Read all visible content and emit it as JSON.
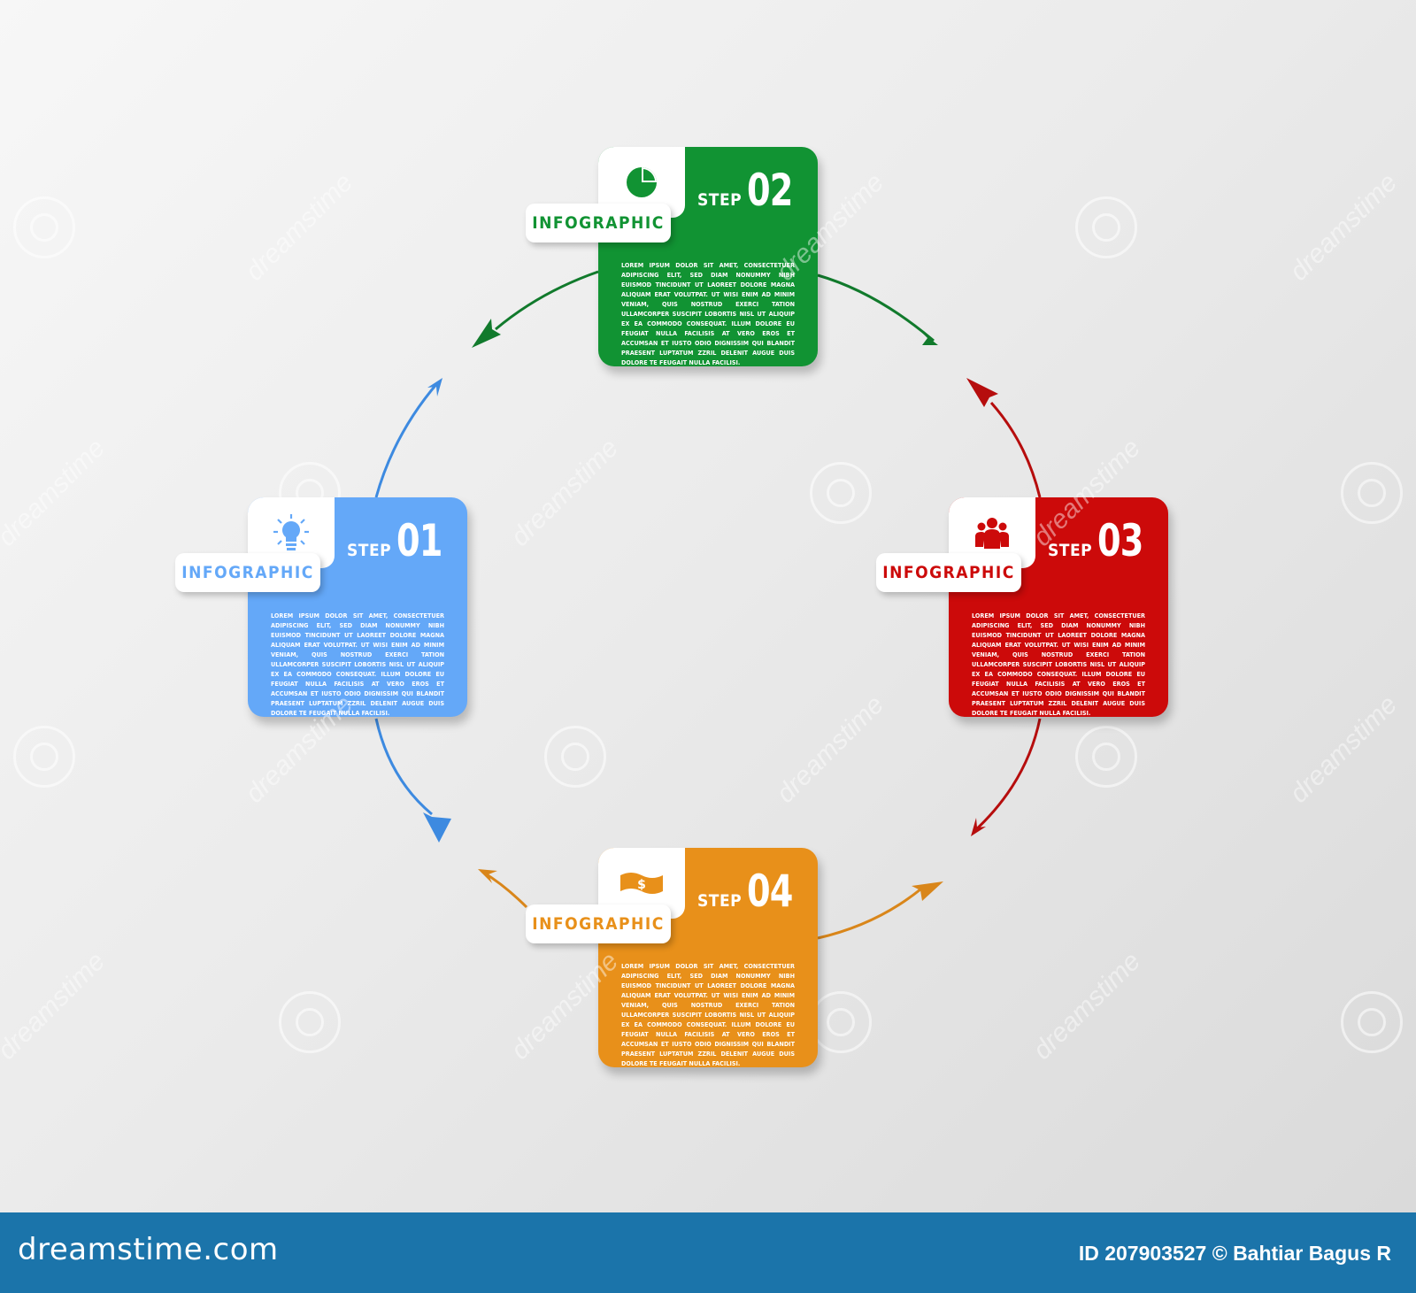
{
  "steps": [
    {
      "id": "01",
      "step_word": "STEP",
      "number": "01",
      "tag": "INFOGRAPHIC",
      "icon": "lightbulb-icon",
      "color": "#64a8f8",
      "text": "Lorem ipsum dolor sit amet, consectetuer adipiscing elit, sed diam nonummy nibh euismod tincidunt ut laoreet dolore magna aliquam erat volutpat. Ut wisi enim ad minim veniam, quis nostrud exerci tation ullamcorper suscipit lobortis nisl ut aliquip ex ea commodo consequat. Illum dolore eu feugiat nulla facilisis at vero eros et accumsan et iusto odio dignissim qui blandit praesent luptatum zzril delenit augue duis dolore te feugait nulla facilisi."
    },
    {
      "id": "02",
      "step_word": "STEP",
      "number": "02",
      "tag": "INFOGRAPHIC",
      "icon": "pie-chart-icon",
      "color": "#119333",
      "text": "Lorem ipsum dolor sit amet, consectetuer adipiscing elit, sed diam nonummy nibh euismod tincidunt ut laoreet dolore magna aliquam erat volutpat. Ut wisi enim ad minim veniam, quis nostrud exerci tation ullamcorper suscipit lobortis nisl ut aliquip ex ea commodo consequat. Illum dolore eu feugiat nulla facilisis at vero eros et accumsan et iusto odio dignissim qui blandit praesent luptatum zzril delenit augue duis dolore te feugait nulla facilisi."
    },
    {
      "id": "03",
      "step_word": "STEP",
      "number": "03",
      "tag": "INFOGRAPHIC",
      "icon": "people-group-icon",
      "color": "#cc0a0a",
      "text": "Lorem ipsum dolor sit amet, consectetuer adipiscing elit, sed diam nonummy nibh euismod tincidunt ut laoreet dolore magna aliquam erat volutpat. Ut wisi enim ad minim veniam, quis nostrud exerci tation ullamcorper suscipit lobortis nisl ut aliquip ex ea commodo consequat. Illum dolore eu feugiat nulla facilisis at vero eros et accumsan et iusto odio dignissim qui blandit praesent luptatum zzril delenit augue duis dolore te feugait nulla facilisi."
    },
    {
      "id": "04",
      "step_word": "STEP",
      "number": "04",
      "tag": "INFOGRAPHIC",
      "icon": "dollar-bill-icon",
      "color": "#e8901a",
      "text": "Lorem ipsum dolor sit amet, consectetuer adipiscing elit, sed diam nonummy nibh euismod tincidunt ut laoreet dolore magna aliquam erat volutpat. Ut wisi enim ad minim veniam, quis nostrud exerci tation ullamcorper suscipit lobortis nisl ut aliquip ex ea commodo consequat. Illum dolore eu feugiat nulla facilisis at vero eros et accumsan et iusto odio dignissim qui blandit praesent luptatum zzril delenit augue duis dolore te feugait nulla facilisi."
    }
  ],
  "footer": {
    "brand": "dreamstime.com",
    "credit": "ID 207903527 © Bahtiar Bagus R",
    "background": "#1b74aa"
  },
  "watermark_text": "dreamstime"
}
